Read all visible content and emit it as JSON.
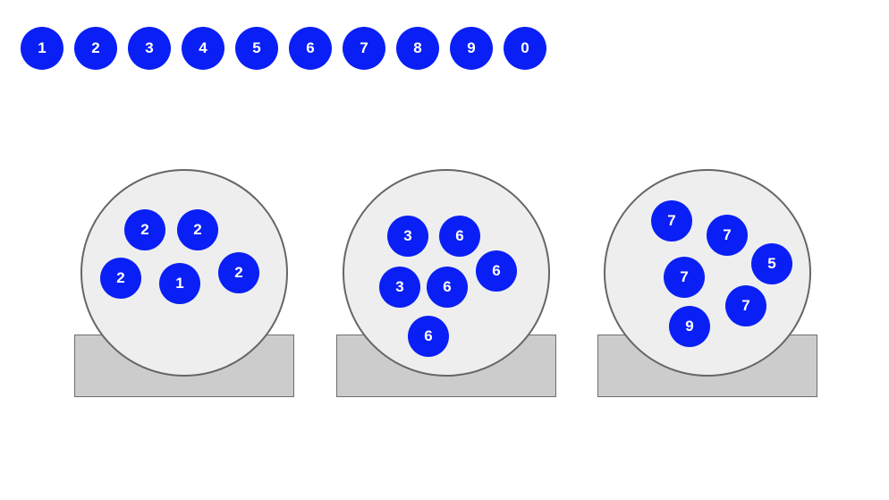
{
  "palette": [
    "1",
    "2",
    "3",
    "4",
    "5",
    "6",
    "7",
    "8",
    "9",
    "0"
  ],
  "machines": [
    {
      "balls": [
        "2",
        "2",
        "2",
        "1",
        "2"
      ]
    },
    {
      "balls": [
        "3",
        "6",
        "3",
        "6",
        "6",
        "6"
      ]
    },
    {
      "balls": [
        "7",
        "7",
        "7",
        "5",
        "7",
        "9"
      ]
    }
  ],
  "colors": {
    "ball": "#0a1ff5",
    "globe_fill": "#eeeeee",
    "globe_stroke": "#666666",
    "stand_fill": "#cccccc",
    "stand_stroke": "#6e6e6e"
  }
}
